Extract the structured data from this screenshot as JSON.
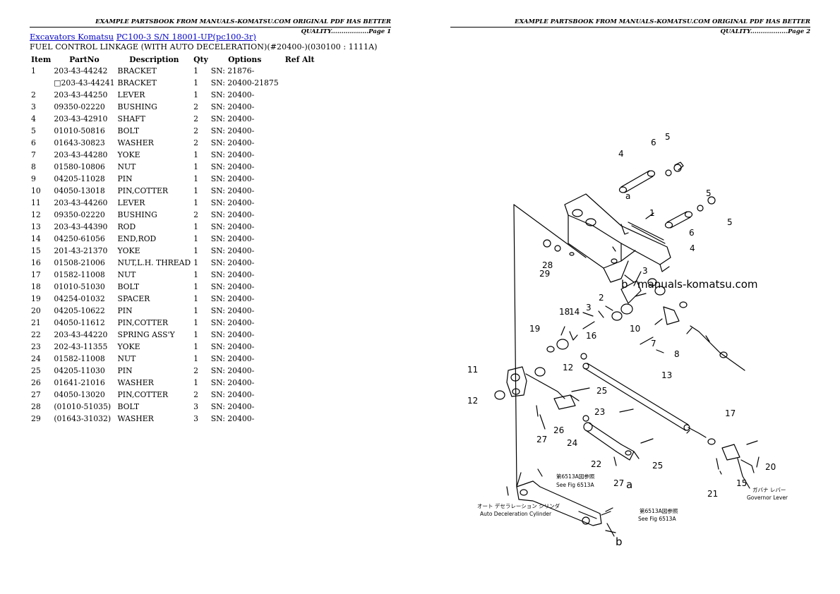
{
  "headers": {
    "page1": "EXAMPLE PARTSBOOK FROM MANUALS-KOMATSU.COM ORIGINAL PDF HAS BETTER QUALITY..................Page 1",
    "page2": "EXAMPLE PARTSBOOK FROM MANUALS-KOMATSU.COM ORIGINAL PDF HAS BETTER QUALITY..................Page 2"
  },
  "breadcrumb": {
    "link1": "Excavators Komatsu",
    "link2": "PC100-3 S/N 18001-UP(pc100-3r)"
  },
  "section_title": "FUEL CONTROL LINKAGE (WITH AUTO DECELERATION)(#20400-)(030100 : 1111A)",
  "columns": [
    "Item",
    "PartNo",
    "Description",
    "Qty",
    "Options",
    "Ref Alt"
  ],
  "rows": [
    {
      "item": "1",
      "part": "203-43-44242",
      "desc": "BRACKET",
      "qty": "1",
      "opt": "SN: 21876-"
    },
    {
      "item": "",
      "part": "□203-43-44241",
      "desc": "BRACKET",
      "qty": "1",
      "opt": "SN: 20400-21875"
    },
    {
      "item": "2",
      "part": "203-43-44250",
      "desc": "LEVER",
      "qty": "1",
      "opt": "SN: 20400-"
    },
    {
      "item": "3",
      "part": "09350-02220",
      "desc": "BUSHING",
      "qty": "2",
      "opt": "SN: 20400-"
    },
    {
      "item": "4",
      "part": "203-43-42910",
      "desc": "SHAFT",
      "qty": "2",
      "opt": "SN: 20400-"
    },
    {
      "item": "5",
      "part": "01010-50816",
      "desc": "BOLT",
      "qty": "2",
      "opt": "SN: 20400-"
    },
    {
      "item": "6",
      "part": "01643-30823",
      "desc": "WASHER",
      "qty": "2",
      "opt": "SN: 20400-"
    },
    {
      "item": "7",
      "part": "203-43-44280",
      "desc": "YOKE",
      "qty": "1",
      "opt": "SN: 20400-"
    },
    {
      "item": "8",
      "part": "01580-10806",
      "desc": "NUT",
      "qty": "1",
      "opt": "SN: 20400-"
    },
    {
      "item": "9",
      "part": "04205-11028",
      "desc": "PIN",
      "qty": "1",
      "opt": "SN: 20400-"
    },
    {
      "item": "10",
      "part": "04050-13018",
      "desc": "PIN,COTTER",
      "qty": "1",
      "opt": "SN: 20400-"
    },
    {
      "item": "11",
      "part": "203-43-44260",
      "desc": "LEVER",
      "qty": "1",
      "opt": "SN: 20400-"
    },
    {
      "item": "12",
      "part": "09350-02220",
      "desc": "BUSHING",
      "qty": "2",
      "opt": "SN: 20400-"
    },
    {
      "item": "13",
      "part": "203-43-44390",
      "desc": "ROD",
      "qty": "1",
      "opt": "SN: 20400-"
    },
    {
      "item": "14",
      "part": "04250-61056",
      "desc": "END,ROD",
      "qty": "1",
      "opt": "SN: 20400-"
    },
    {
      "item": "15",
      "part": "201-43-21370",
      "desc": "YOKE",
      "qty": "1",
      "opt": "SN: 20400-"
    },
    {
      "item": "16",
      "part": "01508-21006",
      "desc": "NUT,L.H. THREAD",
      "qty": "1",
      "opt": "SN: 20400-"
    },
    {
      "item": "17",
      "part": "01582-11008",
      "desc": "NUT",
      "qty": "1",
      "opt": "SN: 20400-"
    },
    {
      "item": "18",
      "part": "01010-51030",
      "desc": "BOLT",
      "qty": "1",
      "opt": "SN: 20400-"
    },
    {
      "item": "19",
      "part": "04254-01032",
      "desc": "SPACER",
      "qty": "1",
      "opt": "SN: 20400-"
    },
    {
      "item": "20",
      "part": "04205-10622",
      "desc": "PIN",
      "qty": "1",
      "opt": "SN: 20400-"
    },
    {
      "item": "21",
      "part": "04050-11612",
      "desc": "PIN,COTTER",
      "qty": "1",
      "opt": "SN: 20400-"
    },
    {
      "item": "22",
      "part": "203-43-44220",
      "desc": "SPRING ASS'Y",
      "qty": "1",
      "opt": "SN: 20400-"
    },
    {
      "item": "23",
      "part": "202-43-11355",
      "desc": "YOKE",
      "qty": "1",
      "opt": "SN: 20400-"
    },
    {
      "item": "24",
      "part": "01582-11008",
      "desc": "NUT",
      "qty": "1",
      "opt": "SN: 20400-"
    },
    {
      "item": "25",
      "part": "04205-11030",
      "desc": "PIN",
      "qty": "2",
      "opt": "SN: 20400-"
    },
    {
      "item": "26",
      "part": "01641-21016",
      "desc": "WASHER",
      "qty": "1",
      "opt": "SN: 20400-"
    },
    {
      "item": "27",
      "part": "04050-13020",
      "desc": "PIN,COTTER",
      "qty": "2",
      "opt": "SN: 20400-"
    },
    {
      "item": "28",
      "part": "(01010-51035)",
      "desc": "BOLT",
      "qty": "3",
      "opt": "SN: 20400-"
    },
    {
      "item": "29",
      "part": "(01643-31032)",
      "desc": "WASHER",
      "qty": "3",
      "opt": "SN: 20400-"
    }
  ],
  "diagram": {
    "watermark": "manuals-komatsu.com",
    "labels": {
      "fig_ref_1a": "第6513A図参照",
      "fig_ref_1b": "See Fig 6513A",
      "fig_ref_2a": "第6513A図参照",
      "fig_ref_2b": "See Fig 6513A",
      "cyl_jp": "オート デセラレーション シリンダ",
      "cyl_en": "Auto Deceleration Cylinder",
      "gov_jp": "ガバナ レバー",
      "gov_en": "Governor Lever"
    },
    "letters": {
      "a": "a",
      "b": "b"
    }
  }
}
